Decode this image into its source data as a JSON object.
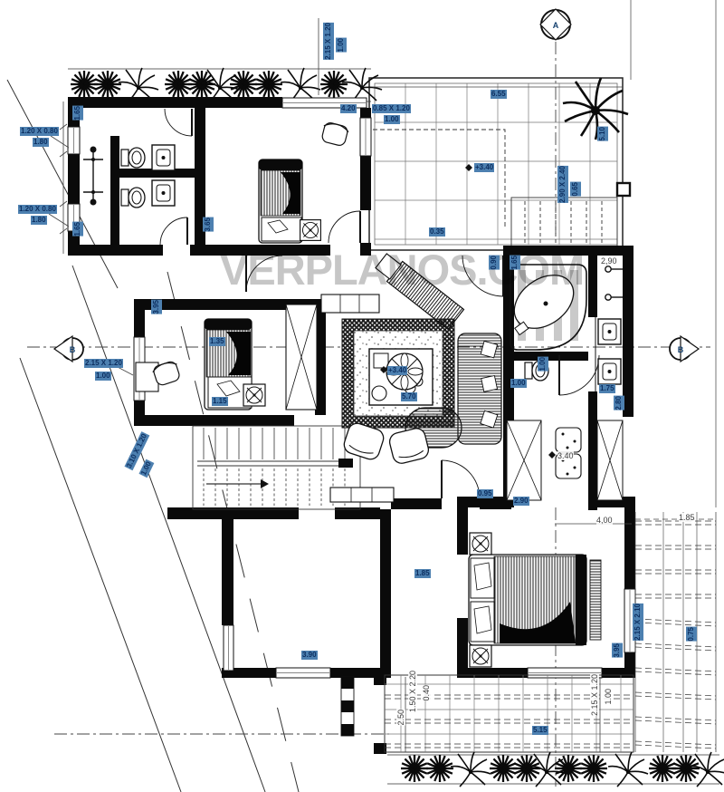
{
  "watermark": "VERPLANOS.COM",
  "markers": {
    "top": "A",
    "left": "B",
    "right": "B"
  },
  "labels": [
    {
      "t": "2.15 X 1.20"
    },
    {
      "t": "1.00"
    },
    {
      "t": "1.20 X 0.80"
    },
    {
      "t": "1.80"
    },
    {
      "t": "1.20 X 0.80"
    },
    {
      "t": "1.80"
    },
    {
      "t": "1.65"
    },
    {
      "t": "1.65"
    },
    {
      "t": "4.20"
    },
    {
      "t": "0.85 X 1.20"
    },
    {
      "t": "1.00"
    },
    {
      "t": "6.55"
    },
    {
      "t": "5.10"
    },
    {
      "t": "+3.40"
    },
    {
      "t": "2.90 X 2.40"
    },
    {
      "t": "0.65"
    },
    {
      "t": "0.35"
    },
    {
      "t": "2,90"
    },
    {
      "t": "3.65"
    },
    {
      "t": "3.95"
    },
    {
      "t": "1.35"
    },
    {
      "t": "2.15 X 1.20"
    },
    {
      "t": "1.00"
    },
    {
      "t": "3.10 X 1.20"
    },
    {
      "t": "1.00"
    },
    {
      "t": "1.15"
    },
    {
      "t": "0.90"
    },
    {
      "t": "1.65"
    },
    {
      "t": "+3.40"
    },
    {
      "t": "5.70"
    },
    {
      "t": "1.00"
    },
    {
      "t": "1.00"
    },
    {
      "t": "1.75"
    },
    {
      "t": "2.80"
    },
    {
      "t": "3.40"
    },
    {
      "t": "0.95"
    },
    {
      "t": "2.90"
    },
    {
      "t": "4,00"
    },
    {
      "t": "1.85"
    },
    {
      "t": "1.85"
    },
    {
      "t": "3.95"
    },
    {
      "t": "2.15 X 2.10"
    },
    {
      "t": "0.75"
    },
    {
      "t": "3.90"
    },
    {
      "t": "1.50 X 2.20"
    },
    {
      "t": "0.40"
    },
    {
      "t": "2.50"
    },
    {
      "t": "2.15 X 1.20"
    },
    {
      "t": "1.00"
    },
    {
      "t": "5.15"
    }
  ]
}
